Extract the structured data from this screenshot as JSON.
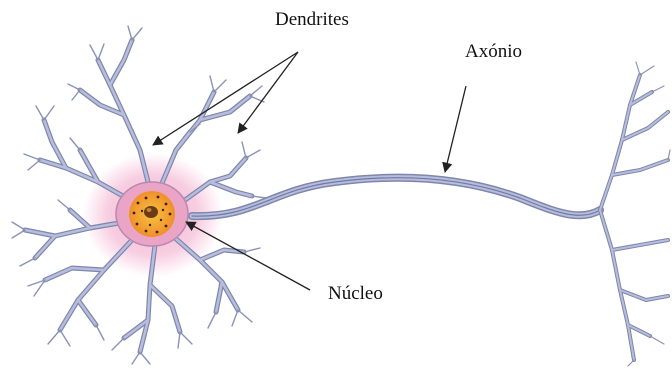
{
  "labels": {
    "dendrites": "Dendrites",
    "axon": "Axónio",
    "nucleus": "Núcleo"
  },
  "colors": {
    "membrane": "#a9b0cf",
    "membrane_edge": "#7e86ad",
    "axon_core": "#6f7aa8",
    "cell_glow": "#f2a6c9",
    "nucleus_fill": "#f2b12a",
    "nucleus_core": "#6b3a16",
    "arrow": "#222222"
  },
  "icons": [
    "neuron-illustration",
    "arrow-pointer"
  ]
}
